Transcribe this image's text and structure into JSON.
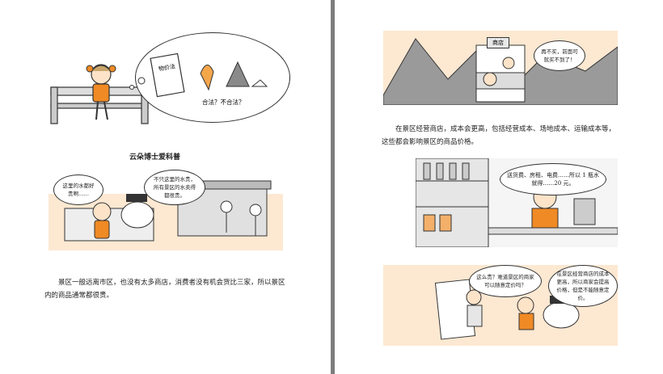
{
  "left_page": {
    "thought_bubble": {
      "book_label": "物价法",
      "question": "合法？不合法？"
    },
    "section_title": "云朵博士爱科普",
    "scene2_bubbles": {
      "girl": "这里的水都好贵啊……",
      "doctor": "不只这里的水贵，所有景区的水卖得都很贵。"
    },
    "paragraph": "景区一般远离市区，也没有太多商店，消费者没有机会货比三家，所以景区内的商品通常都很贵。"
  },
  "right_page": {
    "shop_sign": "商店",
    "shop_bubble": "再不买，前面可就买不到了！",
    "paragraph": "在景区经营商店，成本会更高，包括经营成本、场地成本、运输成本等，这些都会影响景区的商品价格。",
    "clerk_bubble": "送货费、房租、电费……所以 1 瓶水就得……20 元。",
    "bottom_bubbles": {
      "girl": "这么贵？难道景区的商家可以随意定价吗？",
      "doctor": "在景区经营商店的成本更高，所以商家会提高价格，但是不能随意定价。"
    }
  }
}
